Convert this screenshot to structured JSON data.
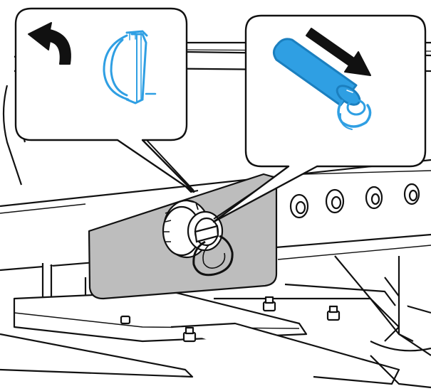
{
  "figure": {
    "kind": "technical-illustration",
    "description_note": "",
    "callouts": [
      {
        "id": "clip",
        "icon": "curved-arrow-icon",
        "part": "lynch-pin-clip",
        "color": "#2f9fe3"
      },
      {
        "id": "pin",
        "icon": "straight-arrow-icon",
        "part": "hitch-pin",
        "color": "#2f9fe3"
      }
    ],
    "colors": {
      "line": "#111111",
      "plate": "#bdbdbd",
      "highlight": "#2f9fe3",
      "arrow": "#111111"
    }
  }
}
